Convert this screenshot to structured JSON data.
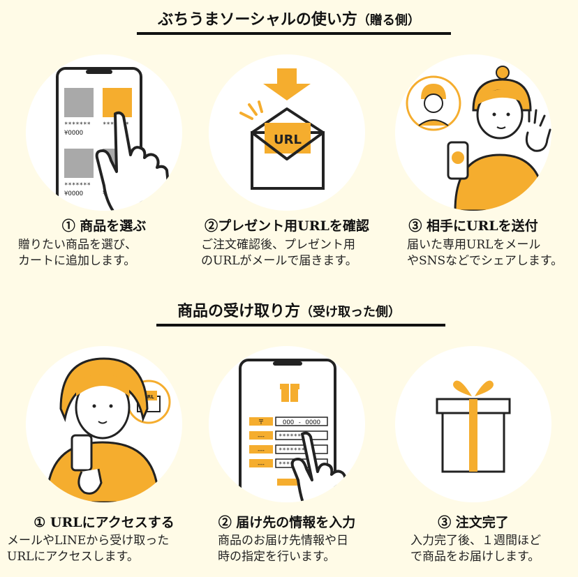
{
  "send": {
    "title": "ぶちうまソーシャルの使い方",
    "title_sub": "（贈る側）",
    "steps": [
      {
        "title": "① 商品を選ぶ",
        "desc": [
          "贈りたい商品を選び、",
          "カートに追加します。"
        ]
      },
      {
        "title": "②プレゼント用URLを確認",
        "desc": [
          "ご注文確認後、プレゼント用",
          "のURLがメールで届きます。"
        ]
      },
      {
        "title": "③ 相手にURLを送付",
        "desc": [
          "届いた専用URLをメール",
          "やSNSなどでシェアします。"
        ]
      }
    ]
  },
  "receive": {
    "title": "商品の受け取り方",
    "title_sub": "（受け取った側）",
    "steps": [
      {
        "title": "① URLにアクセスする",
        "desc": [
          "メールやLINEから受け取った",
          "URLにアクセスします。"
        ]
      },
      {
        "title": "② 届け先の情報を入力",
        "desc": [
          "商品のお届け先情報や日",
          "時の指定を行います。"
        ]
      },
      {
        "title": "③ 注文完了",
        "desc": [
          "入力完了後、１週間ほど",
          "で商品をお届けします。"
        ]
      }
    ]
  },
  "illustrations": {
    "product_placeholder": "*******",
    "product_price": "¥OOOO",
    "envelope_label": "URL",
    "form_zip_label": "〒",
    "form_zip_value": "OOO - OOOO",
    "form_field_label": "---",
    "form_field_mask": "*******"
  },
  "colors": {
    "accent": "#f5ad2e",
    "background": "#fffbe7",
    "circle": "#ffffff",
    "ink": "#222222"
  }
}
